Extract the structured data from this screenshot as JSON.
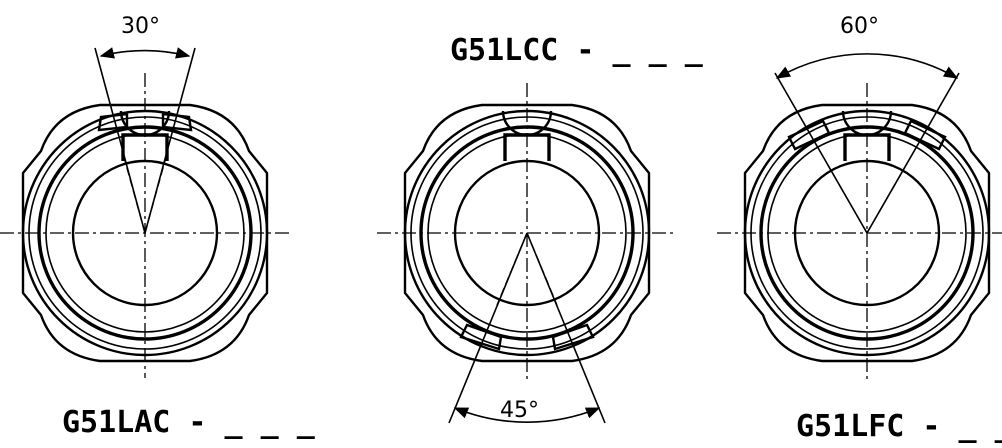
{
  "views": [
    {
      "id": "lac",
      "part": "G51LAC - _ _ _",
      "angle": "30°"
    },
    {
      "id": "lcc",
      "part": "G51LCC - _ _ _",
      "angle": "45°"
    },
    {
      "id": "lfc",
      "part": "G51LFC - _ _ _",
      "angle": "60°"
    }
  ]
}
